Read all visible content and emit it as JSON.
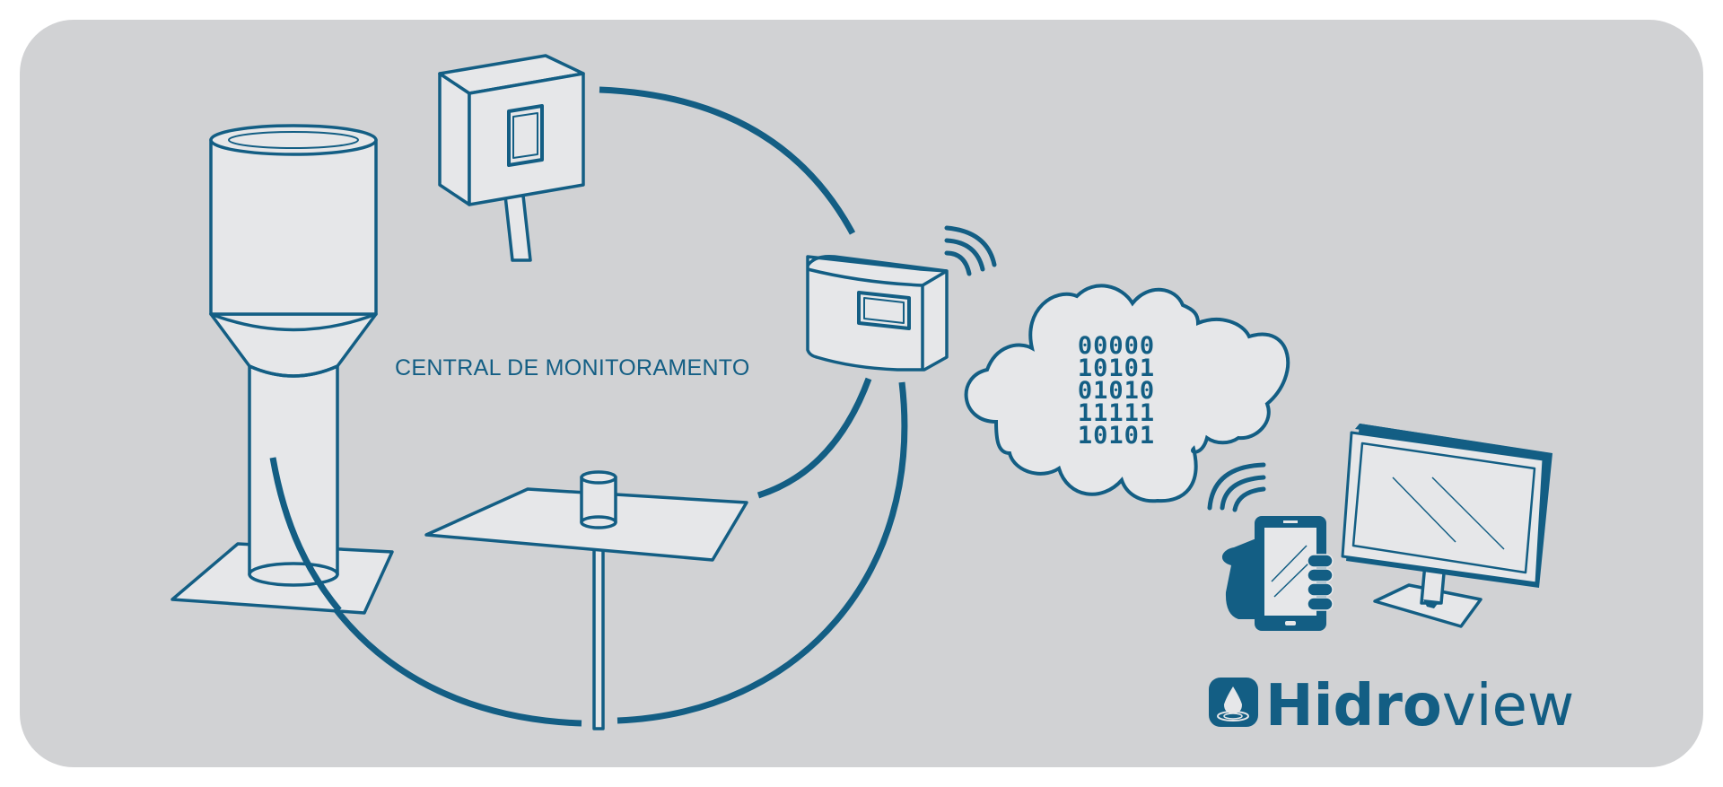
{
  "diagram": {
    "center_label": "CENTRAL DE MONITORAMENTO",
    "cloud": {
      "binary_lines": [
        "00000",
        "10101",
        "01010",
        "11111",
        "10101"
      ]
    },
    "brand": {
      "name_bold": "Hidro",
      "name_light": "view"
    },
    "colors": {
      "background": "#d1d2d4",
      "outline": "#135e84",
      "fill": "#e6e7e9",
      "page": "#ffffff"
    },
    "icons": [
      "rain-gauge-icon",
      "wall-sensor-box-icon",
      "solar-panel-sensor-icon",
      "data-logger-icon",
      "cloud-icon",
      "smartphone-icon",
      "monitor-icon",
      "water-drop-logo-icon"
    ]
  }
}
